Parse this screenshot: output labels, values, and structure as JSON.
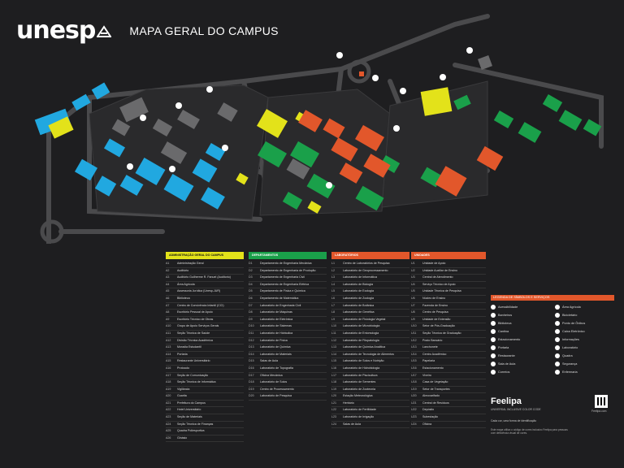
{
  "header": {
    "brand": "unesp",
    "title": "MAPA GERAL DO CAMPUS"
  },
  "colors": {
    "blue": "#21a8e0",
    "green": "#1aa04a",
    "yellow": "#e3e21a",
    "orange": "#e2572b",
    "gray": "#5a5a5c",
    "road": "#4a4a4c",
    "teal": "#14b39a",
    "bg": "#1e1e20"
  },
  "columns": [
    {
      "header": "ADMINISTRAÇÃO GERAL DO CAMPUS",
      "color": "#e3e21a",
      "rows": [
        [
          "A1",
          "Administração Geral"
        ],
        [
          "A2",
          "Auditório"
        ],
        [
          "A3",
          "Auditório Guilherme R. Fanuel (Auditorio)"
        ],
        [
          "A4",
          "Área Agrícola"
        ],
        [
          "A5",
          "Assessoria Jurídica (Unesp-JUR)"
        ],
        [
          "A6",
          "Biblioteca"
        ],
        [
          "A7",
          "Centro de Convivência Infantil (CCI)"
        ],
        [
          "A8",
          "Escritório Pessoal de Apoio"
        ],
        [
          "A9",
          "Escritório Técnico de Obras"
        ],
        [
          "A10",
          "Grupo de Apoio Serviços Gerais"
        ],
        [
          "A11",
          "Seção Técnica de Saúde"
        ],
        [
          "A12",
          "Divisão Técnica Acadêmica"
        ],
        [
          "A13",
          "Moradia Estudantil"
        ],
        [
          "A14",
          "Portaria"
        ],
        [
          "A15",
          "Restaurante Universitário"
        ],
        [
          "A16",
          "Protocolo"
        ],
        [
          "A17",
          "Seção de Comunicação"
        ],
        [
          "A18",
          "Seção Técnica de Informática"
        ],
        [
          "A19",
          "Vigilância"
        ],
        [
          "A20",
          "Guarita"
        ],
        [
          "A21",
          "Prefeitura do Campus"
        ],
        [
          "A22",
          "Hotel Universitário"
        ],
        [
          "A23",
          "Seção de Materiais"
        ],
        [
          "A24",
          "Seção Técnica de Finanças"
        ],
        [
          "A25",
          "Quadra Poliesportiva"
        ],
        [
          "A26",
          "Ginásio"
        ]
      ]
    },
    {
      "header": "DEPARTAMENTOS",
      "color": "#1aa04a",
      "rows": [
        [
          "D1",
          "Departamento de Engenharia Mecânica"
        ],
        [
          "D2",
          "Departamento de Engenharia de Produção"
        ],
        [
          "D3",
          "Departamento de Engenharia Civil"
        ],
        [
          "D4",
          "Departamento de Engenharia Elétrica"
        ],
        [
          "D5",
          "Departamento de Física e Química"
        ],
        [
          "D6",
          "Departamento de Matemática"
        ],
        [
          "D7",
          "Laboratório de Engenharia Civil"
        ],
        [
          "D8",
          "Laboratório de Máquinas"
        ],
        [
          "D9",
          "Laboratório de Eletrônica"
        ],
        [
          "D10",
          "Laboratório de Sistemas"
        ],
        [
          "D11",
          "Laboratório de Hidráulica"
        ],
        [
          "D12",
          "Laboratório de Física"
        ],
        [
          "D13",
          "Laboratório de Química"
        ],
        [
          "D14",
          "Laboratório de Materiais"
        ],
        [
          "D15",
          "Salas de Aula"
        ],
        [
          "D16",
          "Laboratório de Topografia"
        ],
        [
          "D17",
          "Oficina Mecânica"
        ],
        [
          "D18",
          "Laboratório de Solos"
        ],
        [
          "D19",
          "Centro de Processamento"
        ],
        [
          "D20",
          "Laboratório de Pesquisa"
        ]
      ]
    },
    {
      "header": "LABORATÓRIOS",
      "color": "#e2572b",
      "rows": [
        [
          "L1",
          "Centro de Laboratórios de Pesquisa"
        ],
        [
          "L2",
          "Laboratório de Geoprocessamento"
        ],
        [
          "L3",
          "Laboratório de Informática"
        ],
        [
          "L4",
          "Laboratório de Biologia"
        ],
        [
          "L5",
          "Laboratório de Ecologia"
        ],
        [
          "L6",
          "Laboratório de Zoologia"
        ],
        [
          "L7",
          "Laboratório de Botânica"
        ],
        [
          "L8",
          "Laboratório de Genética"
        ],
        [
          "L9",
          "Laboratório de Fisiologia Vegetal"
        ],
        [
          "L10",
          "Laboratório de Microbiologia"
        ],
        [
          "L11",
          "Laboratório de Entomologia"
        ],
        [
          "L12",
          "Laboratório de Fitopatologia"
        ],
        [
          "L13",
          "Laboratório de Química Analítica"
        ],
        [
          "L14",
          "Laboratório de Tecnologia de Alimentos"
        ],
        [
          "L15",
          "Laboratório de Solos e Nutrição"
        ],
        [
          "L16",
          "Laboratório de Hidrobiologia"
        ],
        [
          "L17",
          "Laboratório de Piscicultura"
        ],
        [
          "L18",
          "Laboratório de Sementes"
        ],
        [
          "L19",
          "Laboratório de Zootecnia"
        ],
        [
          "L20",
          "Estação Meteorológica"
        ],
        [
          "L21",
          "Herbário"
        ],
        [
          "L22",
          "Laboratório de Fertilidade"
        ],
        [
          "L23",
          "Laboratório de Irrigação"
        ],
        [
          "L24",
          "Salas de Aula"
        ]
      ]
    },
    {
      "header": "UNIDADES",
      "color": "#e2572b",
      "rows": [
        [
          "U1",
          "Unidade de Apoio"
        ],
        [
          "U2",
          "Unidade Auxiliar de Ensino"
        ],
        [
          "U3",
          "Central de Atendimento"
        ],
        [
          "U4",
          "Serviço Técnico de Apoio"
        ],
        [
          "U5",
          "Unidade Técnica de Pesquisa"
        ],
        [
          "U6",
          "Núcleo de Ensino"
        ],
        [
          "U7",
          "Fazenda de Ensino"
        ],
        [
          "U8",
          "Centro de Pesquisa"
        ],
        [
          "U9",
          "Unidade de Extensão"
        ],
        [
          "U10",
          "Setor de Pós-Graduação"
        ],
        [
          "U11",
          "Seção Técnica de Graduação"
        ],
        [
          "U12",
          "Posto Bancário"
        ],
        [
          "U13",
          "Lanchonete"
        ],
        [
          "U14",
          "Centro Acadêmico"
        ],
        [
          "U15",
          "Papelaria"
        ],
        [
          "U16",
          "Estacionamento"
        ],
        [
          "U17",
          "Viveiro"
        ],
        [
          "U18",
          "Casa de Vegetação"
        ],
        [
          "U19",
          "Setor de Transportes"
        ],
        [
          "U20",
          "Almoxarifado"
        ],
        [
          "U21",
          "Central de Resíduos"
        ],
        [
          "U22",
          "Depósito"
        ],
        [
          "U23",
          "Subestação"
        ],
        [
          "U24",
          "Oficina"
        ]
      ]
    }
  ],
  "legend": {
    "title": "LEGENDA DE SÍMBOLOS E SERVIÇOS",
    "items": [
      "Acessibilidade",
      "Área Agrícola",
      "Banheiros",
      "Bicicletário",
      "Biblioteca",
      "Ponto de Ônibus",
      "Cantina",
      "Caixa Eletrônico",
      "Estacionamento",
      "Informações",
      "Portaria",
      "Laboratório",
      "Restaurante",
      "Quadra",
      "Sala de Aula",
      "Segurança",
      "Correios",
      "Enfermaria"
    ]
  },
  "brand": {
    "name": "Feelipa",
    "subtitle": "UNIVERSAL INCLUSIVE COLOR CODE",
    "qr_caption": "Feelipa.com",
    "panel_caption": "Cada cor, uma forma de identificação",
    "footnote": "Este mapa utiliza o código de cores inclusivo Feelipa para pessoas com deficiência visual de cores."
  }
}
